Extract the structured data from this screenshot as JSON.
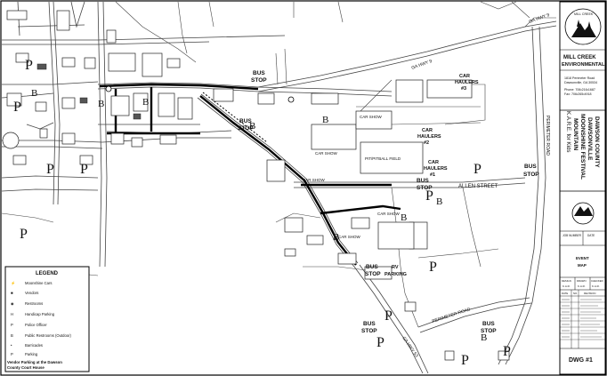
{
  "company": {
    "logo_text": "MILL CREEK",
    "name_line1": "MILL CREEK",
    "name_line2": "ENVIRONMENTAL",
    "address_line1": "1818 Perimeter Road",
    "address_line2": "Dawsonville, GA 30534",
    "phone": "Phone: 706•216•1687",
    "fax": "Fax: 706•265•4918"
  },
  "project": {
    "line1": "K.A.R.E. for Kids",
    "line2": "MOUNTAIN",
    "line3": "MOONSHINE FESTIVAL",
    "line4": "DAWSONVILLE",
    "line5": "DAWSON COUNTY"
  },
  "title_block": {
    "job_number_label": "JOB NUMBER",
    "job_number_value": "",
    "date_label": "DATE",
    "date_value": "",
    "drawing_title_line1": "EVENT",
    "drawing_title_line2": "MAP",
    "design_label": "DESIGN",
    "drawn_label": "DRAWN",
    "checked_label": "CHECKED",
    "design_value": "K.A.R.",
    "drawn_value": "K.A.R.",
    "checked_value": "K.A.R.",
    "revisions_header_date": "DATE",
    "revisions_header_no": "NO.",
    "revisions_header_rev": "REVISION",
    "dwg_number": "DWG #1"
  },
  "legend": {
    "title": "LEGEND",
    "items": [
      {
        "symbol": "⚡",
        "label": "Moonshine Cars"
      },
      {
        "symbol": "■",
        "label": "Vendors"
      },
      {
        "symbol": "◉",
        "label": "Restrooms"
      },
      {
        "symbol": "H",
        "label": "Handicap Parking"
      },
      {
        "symbol": "P",
        "label": "Police Officer"
      },
      {
        "symbol": "B",
        "label": "Public Restrooms (Outdoor)"
      },
      {
        "symbol": "•",
        "label": "Barricades"
      },
      {
        "symbol": "P",
        "label": "Parking"
      }
    ],
    "footer_line1": "Vendor Parking at the Dawson",
    "footer_line2": "County Court House"
  },
  "labels": {
    "bus_stop_1": "BUS",
    "bus_stop_1b": "STOP",
    "bus_stop_2": "BUS",
    "bus_stop_2b": "STOP",
    "bus_stop_3": "BUS",
    "bus_stop_3b": "STOP",
    "bus_stop_4": "BUS",
    "bus_stop_4b": "STOP",
    "bus_stop_5": "BUS",
    "bus_stop_5b": "STOP",
    "bus_stop_6": "BUS",
    "bus_stop_6b": "STOP",
    "car_haulers_3a": "CAR",
    "car_haulers_3b": "HAULERS",
    "car_haulers_3c": "#3",
    "car_haulers_2a": "CAR",
    "car_haulers_2b": "HAULERS",
    "car_haulers_2c": "#2",
    "car_haulers_1a": "CAR",
    "car_haulers_1b": "HAULERS",
    "car_haulers_1c": "#1",
    "ga_hwy_9_top": "GA HWY 9",
    "ga_hwy_9_mid": "GA HWY 9",
    "ga_hwy_53": "GA HWY 53",
    "allen_street": "ALLEN STREET",
    "perimeter_road_v": "PERIMETER ROAD",
    "perimeter_road_b": "PERIMETER ROAD",
    "rv_parking_a": "RV",
    "rv_parking_b": "PARKING",
    "car_show_1": "CAR SHOW",
    "car_show_2": "CAR SHOW",
    "car_show_3": "CAR SHOW",
    "car_show_4": "CAR SHOW",
    "car_show_5": "CAR SHOW",
    "pit_field": "PIT/PITBALL FIELD"
  }
}
